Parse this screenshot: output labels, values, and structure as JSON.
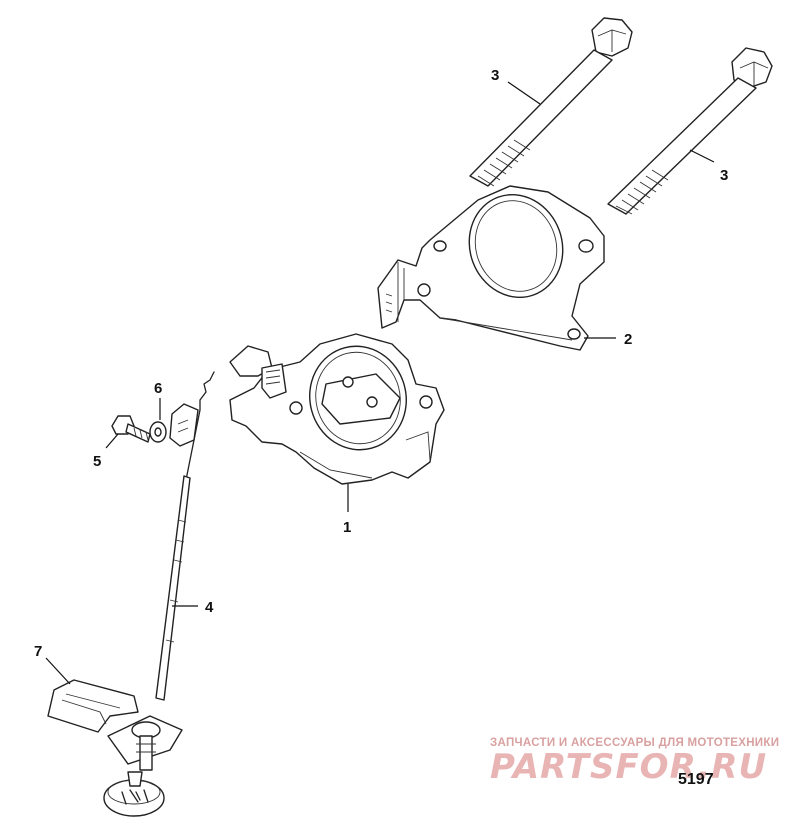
{
  "diagram": {
    "callouts": [
      {
        "id": "c1",
        "label": "1"
      },
      {
        "id": "c2",
        "label": "2"
      },
      {
        "id": "c3a",
        "label": "3"
      },
      {
        "id": "c3b",
        "label": "3"
      },
      {
        "id": "c4",
        "label": "4"
      },
      {
        "id": "c5",
        "label": "5"
      },
      {
        "id": "c6",
        "label": "6"
      },
      {
        "id": "c7",
        "label": "7"
      }
    ],
    "figure_number": "5197"
  },
  "watermark": {
    "tagline": "ЗАПЧАСТИ И АКСЕССУАРЫ ДЛЯ МОТОТЕХНИКИ",
    "brand": "PARTSFOR.RU"
  }
}
